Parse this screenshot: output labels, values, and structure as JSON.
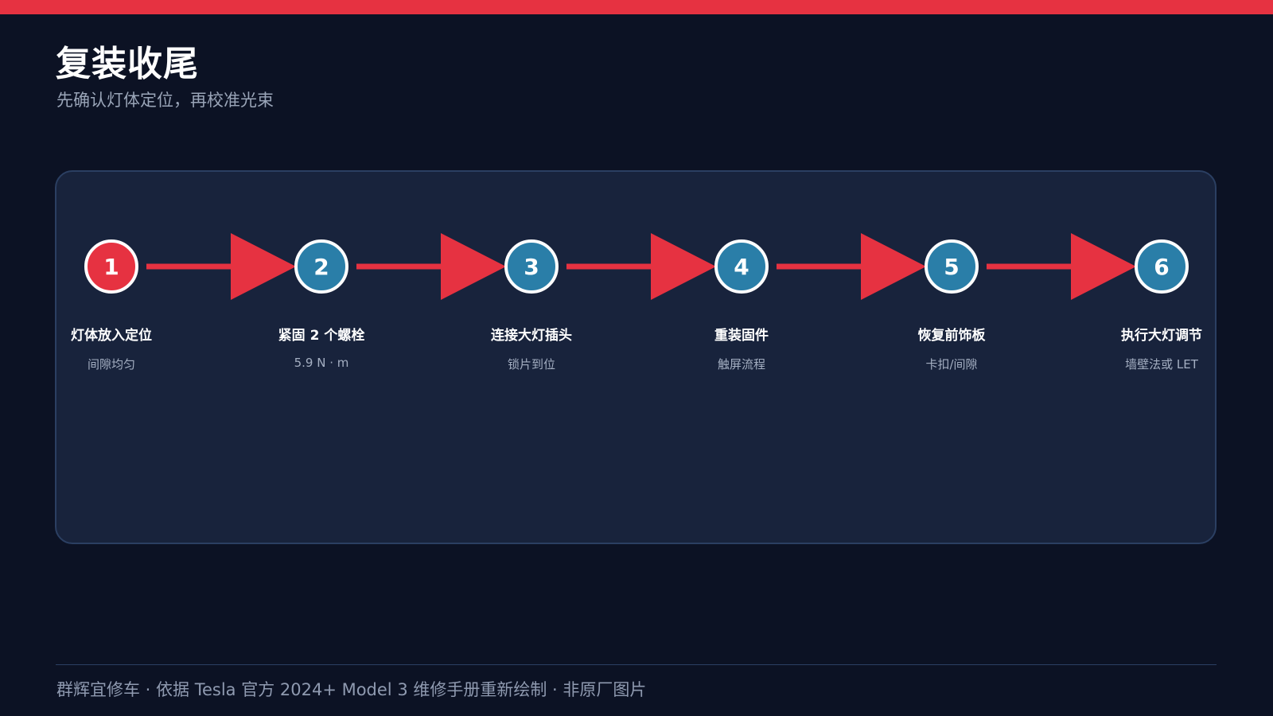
{
  "header": {
    "title": "复装收尾",
    "subtitle": "先确认灯体定位，再校准光束"
  },
  "steps": [
    {
      "number": "1",
      "label": "灯体放入定位",
      "note": "间隙均匀",
      "active": true
    },
    {
      "number": "2",
      "label": "紧固 2 个螺栓",
      "note": "5.9 N · m",
      "active": false
    },
    {
      "number": "3",
      "label": "连接大灯插头",
      "note": "锁片到位",
      "active": false
    },
    {
      "number": "4",
      "label": "重装固件",
      "note": "触屏流程",
      "active": false
    },
    {
      "number": "5",
      "label": "恢复前饰板",
      "note": "卡扣/间隙",
      "active": false
    },
    {
      "number": "6",
      "label": "执行大灯调节",
      "note": "墙壁法或 LET",
      "active": false
    }
  ],
  "colors": {
    "accent": "#e63241",
    "step_fill": "#2a7ea8",
    "active_fill": "#e63241",
    "circle_stroke": "#ffffff",
    "background": "#0c1224",
    "panel": "#18233c"
  },
  "footer": {
    "text": "群辉宜修车 · 依据 Tesla 官方 2024+ Model 3 维修手册重新绘制 · 非原厂图片"
  }
}
